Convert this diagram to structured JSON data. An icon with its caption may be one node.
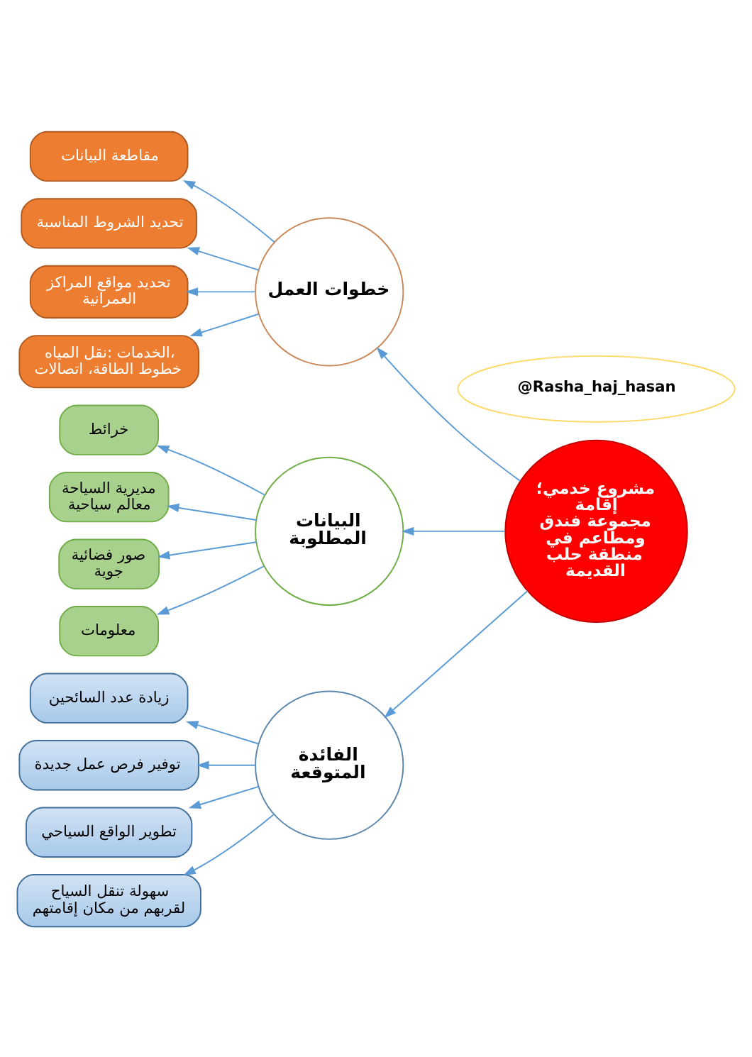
{
  "diagram": {
    "nodes": [
      {
        "text": [
          "مشروع خدمي؛ إقامة مجموعة فندق ومطاعم في منطقة حلب القديمة"
        ]
      },
      {
        "text": [
          "خطوات العمل"
        ]
      },
      {
        "text": [
          "مقاطعة البيانات"
        ]
      },
      {
        "text": [
          "تحديد الشروط المناسبة"
        ]
      },
      {
        "text": [
          "تحديد مواقع المراكز العمرانية"
        ]
      },
      {
        "text": [
          "الخدمات :نقل المياه، خطوط الطاقة، اتصالات"
        ]
      },
      {
        "text": [
          "البيانات المطلوبة"
        ]
      },
      {
        "text": [
          "خرائط"
        ]
      },
      {
        "text": [
          "مديرية السياحة معالم سياحية"
        ]
      },
      {
        "text": [
          "صور فضائية جوية"
        ]
      },
      {
        "text": [
          "معلومات"
        ]
      },
      {
        "text": [
          "الفائدة المتوقعة"
        ]
      },
      {
        "text": [
          "زيادة عدد السائحين"
        ]
      },
      {
        "text": [
          "توفير فرص عمل جديدة"
        ]
      },
      {
        "text": [
          "تطوير الواقع السياحي"
        ]
      },
      {
        "text": [
          "سهولة تنقل السياح لقربهم من مكان إقامتهم"
        ]
      },
      {
        "text": [
          "@Rasha_haj_hasan"
        ]
      }
    ],
    "edges": [
      {
        "from": 0,
        "to": 1,
        "arrow": "to"
      },
      {
        "from": 0,
        "to": 6,
        "arrow": "to"
      },
      {
        "from": 0,
        "to": 11,
        "arrow": "to"
      },
      {
        "from": 1,
        "to": 2,
        "arrow": "to"
      },
      {
        "from": 1,
        "to": 3,
        "arrow": "to"
      },
      {
        "from": 1,
        "to": 4,
        "arrow": "to"
      },
      {
        "from": 1,
        "to": 5,
        "arrow": "to"
      },
      {
        "from": 6,
        "to": 7,
        "arrow": "to"
      },
      {
        "from": 6,
        "to": 8,
        "arrow": "to"
      },
      {
        "from": 6,
        "to": 9,
        "arrow": "to"
      },
      {
        "from": 6,
        "to": 10,
        "arrow": "to"
      },
      {
        "from": 11,
        "to": 12,
        "arrow": "to"
      },
      {
        "from": 11,
        "to": 13,
        "arrow": "to"
      },
      {
        "from": 11,
        "to": 14,
        "arrow": "to"
      },
      {
        "from": 11,
        "to": 15,
        "arrow": "to"
      }
    ]
  }
}
